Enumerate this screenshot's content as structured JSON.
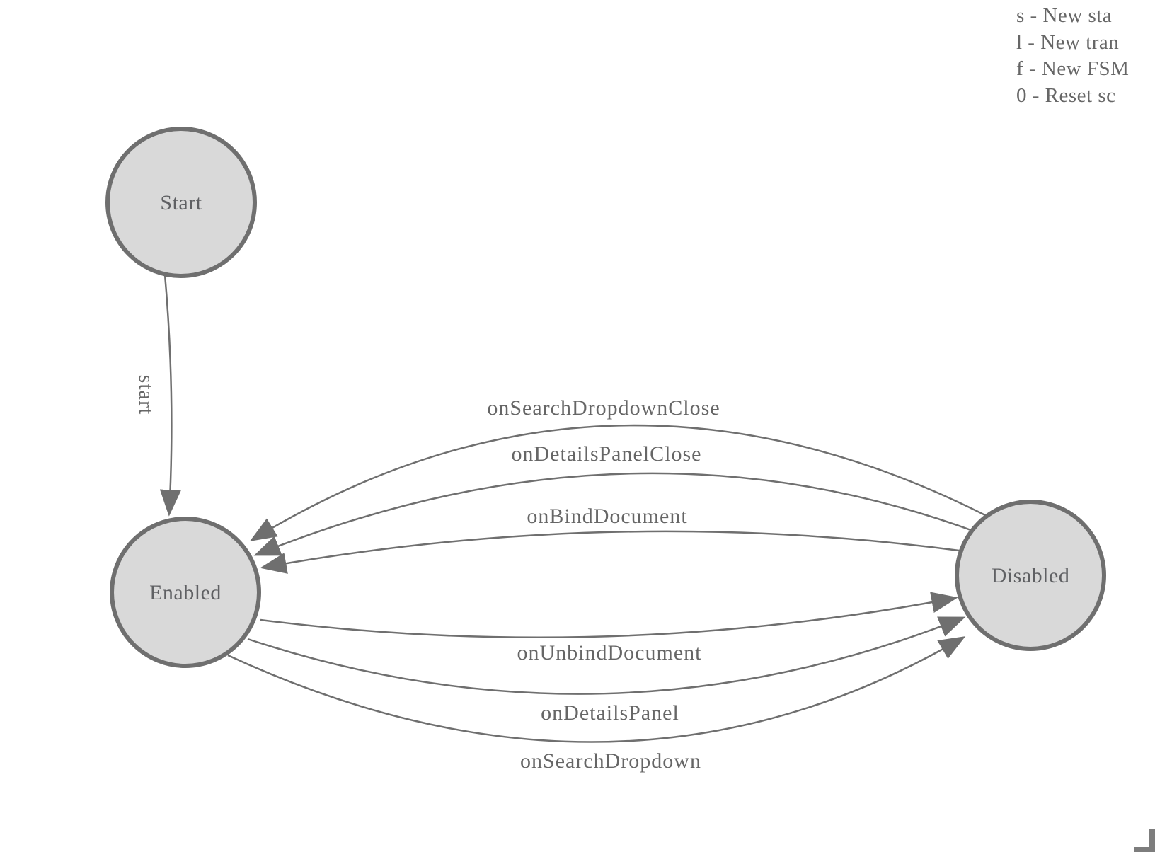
{
  "diagram": {
    "nodes": [
      {
        "id": "start",
        "label": "Start"
      },
      {
        "id": "enabled",
        "label": "Enabled"
      },
      {
        "id": "disabled",
        "label": "Disabled"
      }
    ],
    "edges": [
      {
        "id": "start-transition",
        "label": "start",
        "from": "Start",
        "to": "Enabled"
      },
      {
        "id": "on-search-dropdown-close",
        "label": "onSearchDropdownClose",
        "from": "Disabled",
        "to": "Enabled"
      },
      {
        "id": "on-details-panel-close",
        "label": "onDetailsPanelClose",
        "from": "Disabled",
        "to": "Enabled"
      },
      {
        "id": "on-bind-document",
        "label": "onBindDocument",
        "from": "Disabled",
        "to": "Enabled"
      },
      {
        "id": "on-unbind-document",
        "label": "onUnbindDocument",
        "from": "Enabled",
        "to": "Disabled"
      },
      {
        "id": "on-details-panel",
        "label": "onDetailsPanel",
        "from": "Enabled",
        "to": "Disabled"
      },
      {
        "id": "on-search-dropdown",
        "label": "onSearchDropdown",
        "from": "Enabled",
        "to": "Disabled"
      }
    ]
  },
  "legend": {
    "items": [
      {
        "text": "s - New sta"
      },
      {
        "text": "l - New tran"
      },
      {
        "text": "f - New FSM"
      },
      {
        "text": "0 - Reset sc"
      }
    ]
  },
  "colors": {
    "node_fill": "#d9d9d9",
    "node_border": "#6f6f6f",
    "edge_stroke": "#6f6f6f",
    "arrowhead": "#6f6f6f",
    "text": "#666666",
    "corner_mark": "#7d7d7d",
    "background": "#ffffff"
  }
}
